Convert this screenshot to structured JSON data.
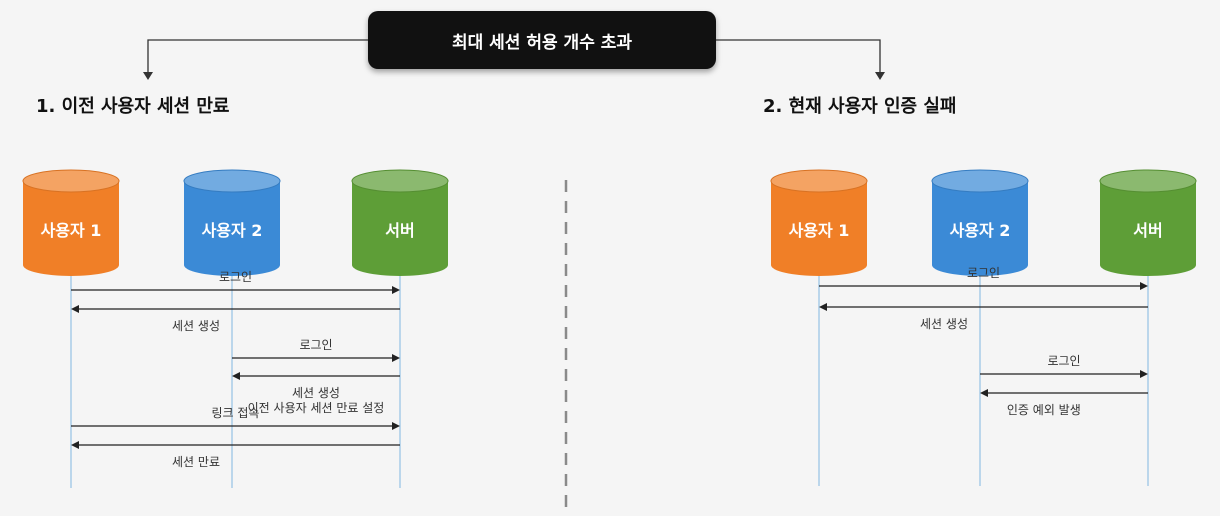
{
  "title": "최대 세션 허용 개수 초과",
  "panels": [
    {
      "heading": "1. 이전 사용자 세션 만료",
      "actors": [
        {
          "label": "사용자 1",
          "color": "#f07f27"
        },
        {
          "label": "사용자 2",
          "color": "#3b8ad6"
        },
        {
          "label": "서버",
          "color": "#5e9e37"
        }
      ],
      "messages": [
        {
          "lines": [
            "로그인"
          ],
          "from": 0,
          "to": 2
        },
        {
          "lines": [
            "세션 생성"
          ],
          "from": 2,
          "to": 0
        },
        {
          "lines": [
            "로그인"
          ],
          "from": 1,
          "to": 2
        },
        {
          "lines": [
            "세션 생성",
            "이전 사용자 세션 만료 설정"
          ],
          "from": 2,
          "to": 1
        },
        {
          "lines": [
            "링크 접속"
          ],
          "from": 0,
          "to": 2
        },
        {
          "lines": [
            "세션 만료"
          ],
          "from": 2,
          "to": 0
        }
      ]
    },
    {
      "heading": "2. 현재 사용자 인증 실패",
      "actors": [
        {
          "label": "사용자 1",
          "color": "#f07f27"
        },
        {
          "label": "사용자 2",
          "color": "#3b8ad6"
        },
        {
          "label": "서버",
          "color": "#5e9e37"
        }
      ],
      "messages": [
        {
          "lines": [
            "로그인"
          ],
          "from": 0,
          "to": 2
        },
        {
          "lines": [
            "세션 생성"
          ],
          "from": 2,
          "to": 0
        },
        {
          "lines": [
            "로그인"
          ],
          "from": 1,
          "to": 2
        },
        {
          "lines": [
            "인증 예외 발생"
          ],
          "from": 2,
          "to": 1
        }
      ]
    }
  ]
}
